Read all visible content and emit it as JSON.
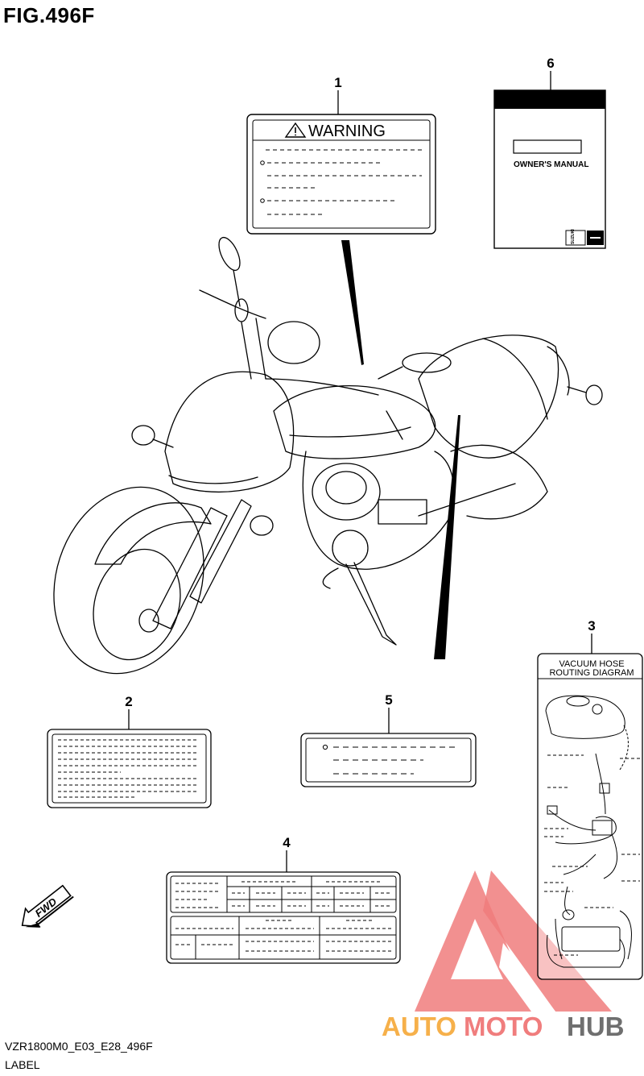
{
  "figure": {
    "title": "FIG.496F",
    "code": "VZR1800M0_E03_E28_496F",
    "label": "LABEL"
  },
  "parts": [
    {
      "number": "1",
      "text": "WARNING"
    },
    {
      "number": "2"
    },
    {
      "number": "3",
      "text_line1": "VACUUM HOSE",
      "text_line2": "ROUTING DIAGRAM"
    },
    {
      "number": "4"
    },
    {
      "number": "5"
    },
    {
      "number": "6",
      "text": "OWNER'S MANUAL",
      "brand": "SUZUKI"
    }
  ],
  "direction_arrow": "FWD",
  "watermark": {
    "text_part1": "AUTO",
    "text_part2": "MOTO",
    "text_part3": "HUB",
    "color_orange": "#f6b04a",
    "color_red": "#f07d7d",
    "color_gray": "#6f6f6f"
  }
}
